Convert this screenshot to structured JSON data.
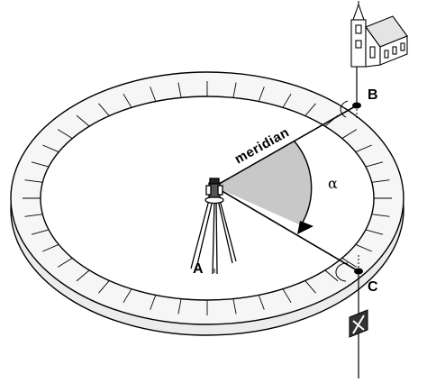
{
  "labels": {
    "meridian": "meridian",
    "alpha": "α",
    "point_a": "A",
    "point_b": "B",
    "point_c": "C"
  },
  "colors": {
    "line": "#000000",
    "angle_fill": "#c8c8c8",
    "ring_fill": "#f4f4f4",
    "background": "#ffffff"
  },
  "icons": [
    "church-icon",
    "survey-tripod-icon",
    "target-sign-icon"
  ]
}
